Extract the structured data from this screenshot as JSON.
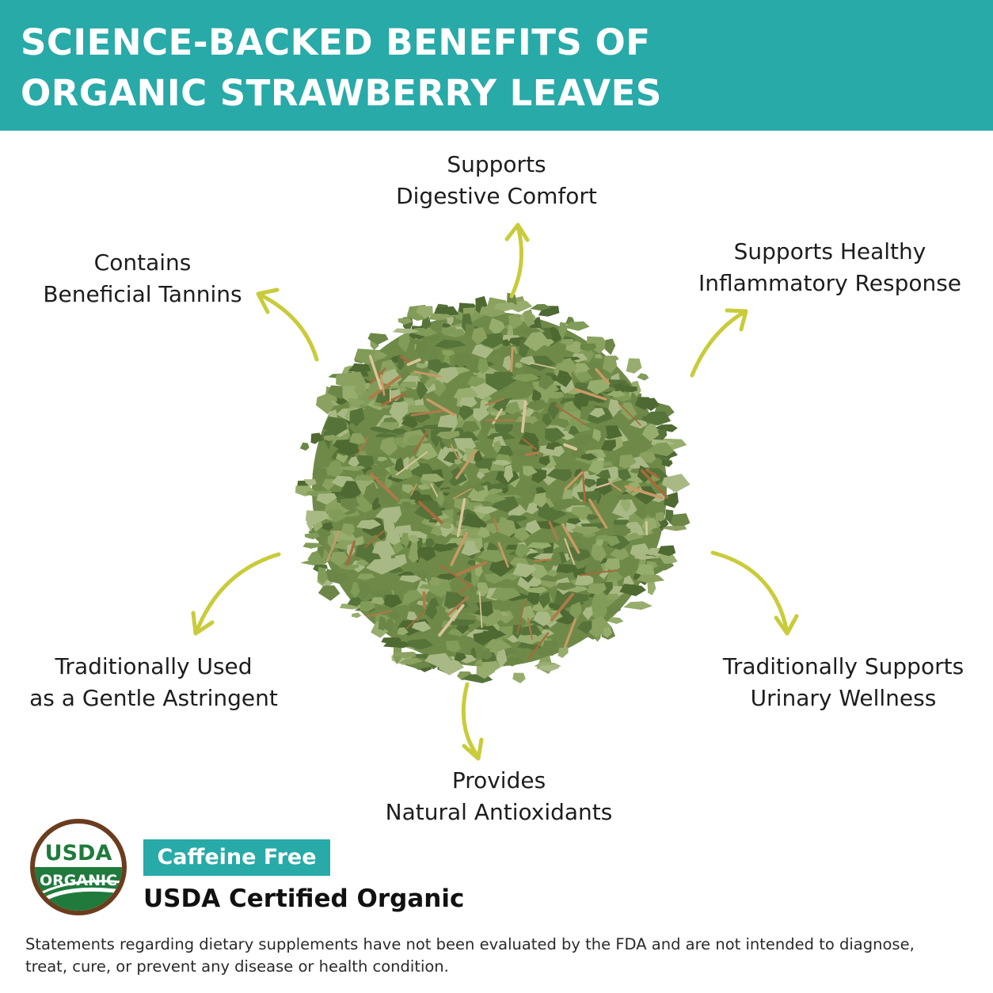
{
  "header": {
    "title_line1": "SCIENCE-BACKED BENEFITS OF",
    "title_line2": "ORGANIC STRAWBERRY LEAVES"
  },
  "benefits": {
    "top": {
      "line1": "Supports",
      "line2": "Digestive Comfort"
    },
    "top_left": {
      "line1": "Contains",
      "line2": "Beneficial Tannins"
    },
    "top_right": {
      "line1": "Supports Healthy",
      "line2": "Inflammatory Response"
    },
    "bottom_left": {
      "line1": "Traditionally Used",
      "line2": "as a Gentle Astringent"
    },
    "bottom_right": {
      "line1": "Traditionally Supports",
      "line2": "Urinary Wellness"
    },
    "bottom": {
      "line1": "Provides",
      "line2": "Natural Antioxidants"
    }
  },
  "seal": {
    "top_text": "USDA",
    "bottom_text": "ORGANIC"
  },
  "badge": {
    "label": "Caffeine Free"
  },
  "certified_label": "USDA Certified Organic",
  "disclaimer": {
    "line1": "Statements regarding dietary supplements have not been evaluated by the FDA and are not intended to diagnose,",
    "line2": "treat, cure, or prevent any disease or health condition."
  },
  "colors": {
    "header_bg": "#27aaa8",
    "arrow": "#c9cc3a",
    "leaf_dark": "#5d7a3a",
    "leaf_light": "#9aae6c",
    "stem": "#b07a4a",
    "seal_brown": "#6b3d1e",
    "seal_green": "#1f7a3c"
  },
  "icons": [
    "curved-arrow-icon",
    "usda-organic-seal-icon"
  ]
}
